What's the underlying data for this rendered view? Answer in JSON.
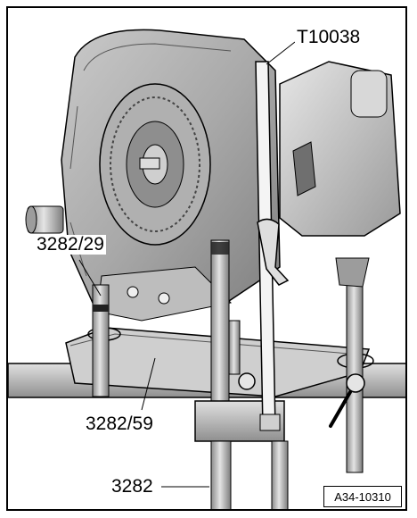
{
  "callouts": {
    "tool_t10038": "T10038",
    "tool_3282_29": "3282/29",
    "tool_3282_59": "3282/59",
    "tool_3282": "3282"
  },
  "figure_ref": "A34-10310"
}
